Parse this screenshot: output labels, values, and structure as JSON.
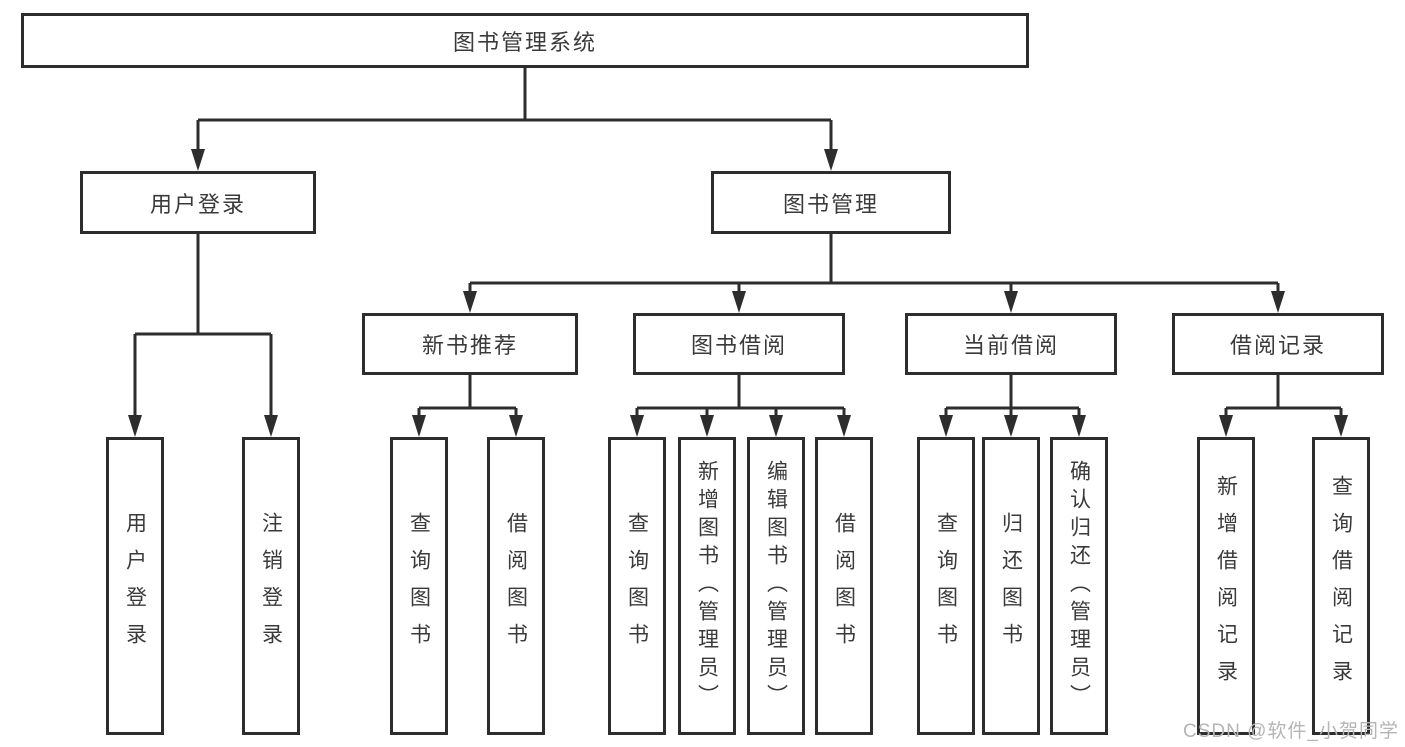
{
  "tree": {
    "label": "图书管理系统",
    "children": [
      {
        "label": "用户登录",
        "children": [
          {
            "label": "用户登录"
          },
          {
            "label": "注销登录"
          }
        ]
      },
      {
        "label": "图书管理",
        "children": [
          {
            "label": "新书推荐",
            "children": [
              {
                "label": "查询图书"
              },
              {
                "label": "借阅图书"
              }
            ]
          },
          {
            "label": "图书借阅",
            "children": [
              {
                "label": "查询图书"
              },
              {
                "label": "新增图书（管理员）"
              },
              {
                "label": "编辑图书（管理员）"
              },
              {
                "label": "借阅图书"
              }
            ]
          },
          {
            "label": "当前借阅",
            "children": [
              {
                "label": "查询图书"
              },
              {
                "label": "归还图书"
              },
              {
                "label": "确认归还（管理员）"
              }
            ]
          },
          {
            "label": "借阅记录",
            "children": [
              {
                "label": "新增借阅记录"
              },
              {
                "label": "查询借阅记录"
              }
            ]
          }
        ]
      }
    ]
  },
  "watermark": "CSDN @软件_小贺同学",
  "colors": {
    "line": "#2d2d2d",
    "text": "#3a3a3a",
    "watermark": "#b5b5b5",
    "background": "#ffffff"
  }
}
